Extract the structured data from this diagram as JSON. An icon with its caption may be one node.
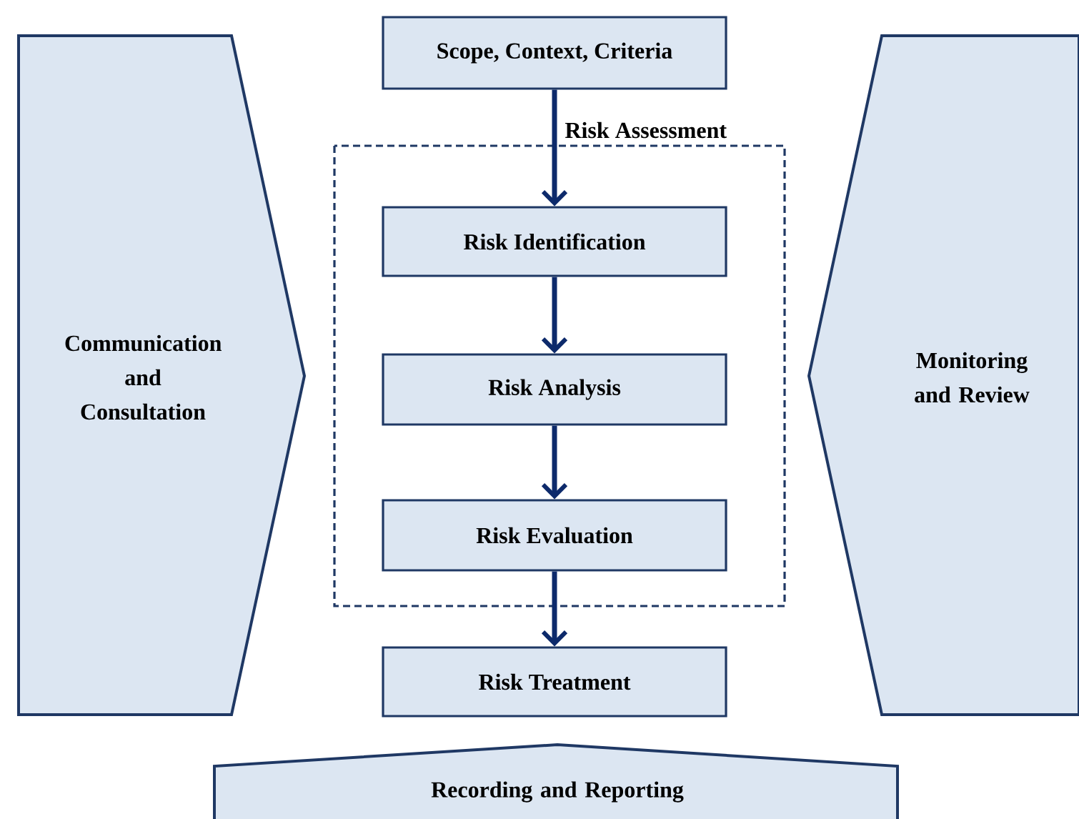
{
  "diagram": {
    "nodes": [
      {
        "text": [
          "Communication and Consultation"
        ]
      },
      {
        "text": [
          "Scope, Context, Criteria"
        ]
      },
      {
        "text": [
          "Risk Assessment"
        ]
      },
      {
        "text": [
          "Risk Identification"
        ],
        "in": 2
      },
      {
        "text": [
          "Risk Analysis"
        ],
        "in": 2
      },
      {
        "text": [
          "Risk Evaluation"
        ],
        "in": 2
      },
      {
        "text": [
          "Risk Treatment"
        ]
      },
      {
        "text": [
          "Monitoring and Review"
        ]
      },
      {
        "text": [
          "Recording and Reporting"
        ]
      }
    ],
    "edges": [
      {
        "from": 1,
        "to": 3,
        "arrow": "to"
      },
      {
        "from": 3,
        "to": 4,
        "arrow": "to"
      },
      {
        "from": 4,
        "to": 5,
        "arrow": "to"
      },
      {
        "from": 5,
        "to": 6,
        "arrow": "to"
      }
    ]
  }
}
